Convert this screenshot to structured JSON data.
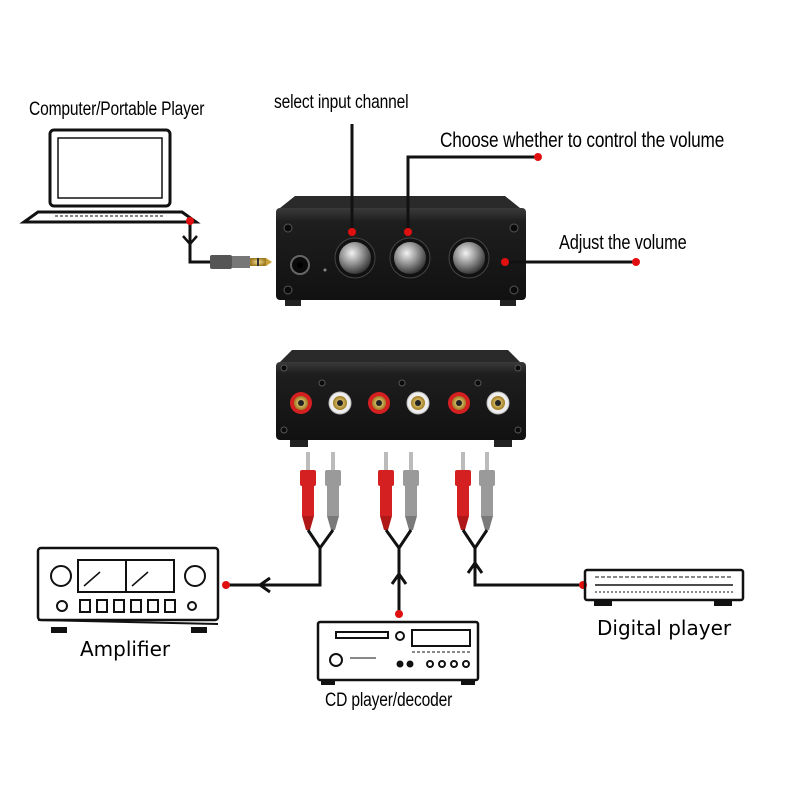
{
  "labels": {
    "computer": "Computer/Portable Player",
    "select_input": "select input channel",
    "choose_volume": "Choose whether to control the volume",
    "adjust_volume": "Adjust the volume",
    "amplifier": "Amplifier",
    "digital_player": "Digital player",
    "cd_player": "CD player/decoder"
  },
  "colors": {
    "accent": "#e01010",
    "cable": "#1a1a1a",
    "device_body": "#1c1c1c",
    "rca_red": "#d42020",
    "rca_gray": "#9a9a9a",
    "jack_gold": "#c9a23a"
  }
}
